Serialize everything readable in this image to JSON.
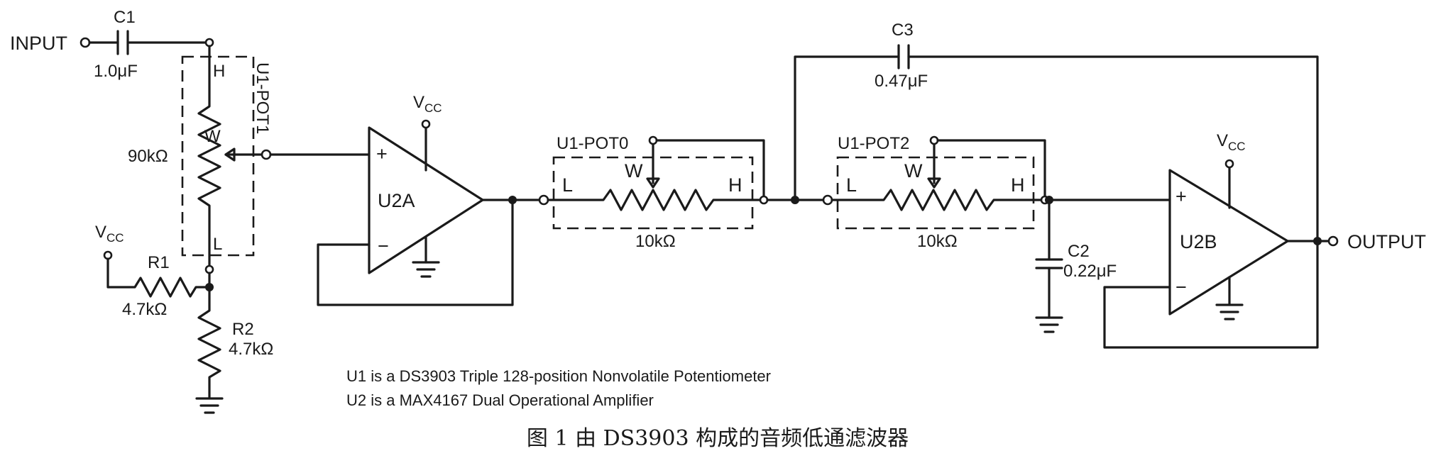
{
  "input_label": "INPUT",
  "output_label": "OUTPUT",
  "c1": {
    "name": "C1",
    "value": "1.0μF"
  },
  "c2": {
    "name": "C2",
    "value": "0.22μF"
  },
  "c3": {
    "name": "C3",
    "value": "0.47μF"
  },
  "r1": {
    "name": "R1",
    "value": "4.7kΩ"
  },
  "r2": {
    "name": "R2",
    "value": "4.7kΩ"
  },
  "pot1": {
    "name": "U1-POT1",
    "value": "90kΩ",
    "h": "H",
    "w": "W",
    "l": "L"
  },
  "pot0": {
    "name": "U1-POT0",
    "value": "10kΩ",
    "h": "H",
    "w": "W",
    "l": "L"
  },
  "pot2": {
    "name": "U1-POT2",
    "value": "10kΩ",
    "h": "H",
    "w": "W",
    "l": "L"
  },
  "u2a": {
    "name": "U2A",
    "plus": "+",
    "minus": "−"
  },
  "u2b": {
    "name": "U2B",
    "plus": "+",
    "minus": "−"
  },
  "vcc": {
    "main": "V",
    "sub": "CC"
  },
  "notes": [
    "U1 is a DS3903 Triple 128-position Nonvolatile Potentiometer",
    "U2 is a MAX4167 Dual Operational Amplifier"
  ],
  "caption": "图 1  由 DS3903 构成的音频低通滤波器"
}
